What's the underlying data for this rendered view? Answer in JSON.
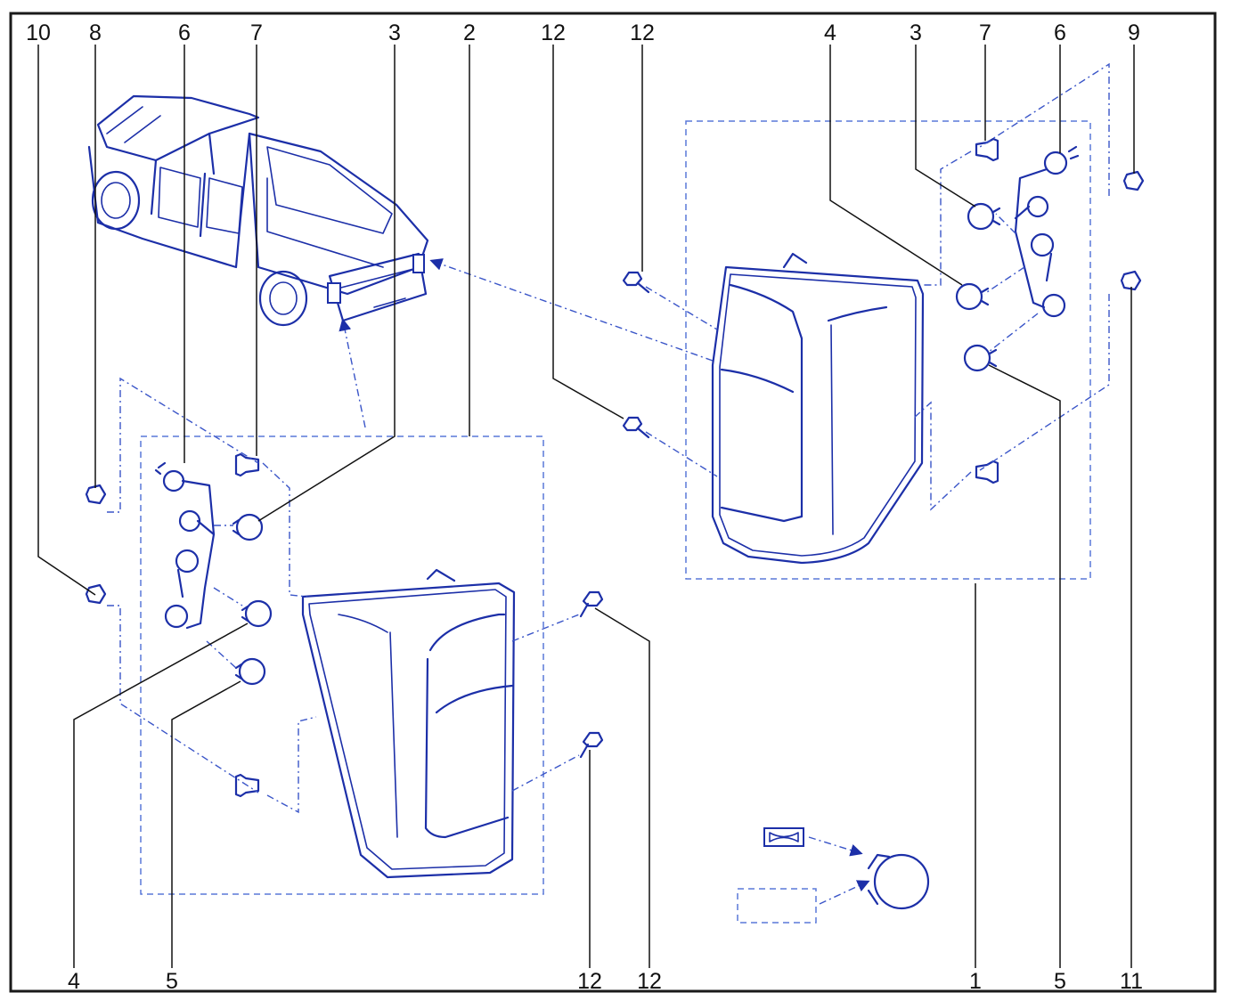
{
  "callouts": {
    "top": [
      "10",
      "8",
      "6",
      "7",
      "3",
      "2",
      "12",
      "12",
      "4",
      "3",
      "7",
      "6",
      "9"
    ],
    "bottom": [
      "4",
      "5",
      "12",
      "12",
      "1",
      "5",
      "11"
    ]
  },
  "colors": {
    "line_art": "#1c2fa8",
    "frame": "#1a1a1a",
    "text": "#111111"
  },
  "icons": {
    "vehicle": "pickup-truck-rear-icon",
    "symbol_left": "bulb-symbol-solid-box-icon",
    "symbol_right": "bulb-symbol-dashed-box-icon"
  }
}
